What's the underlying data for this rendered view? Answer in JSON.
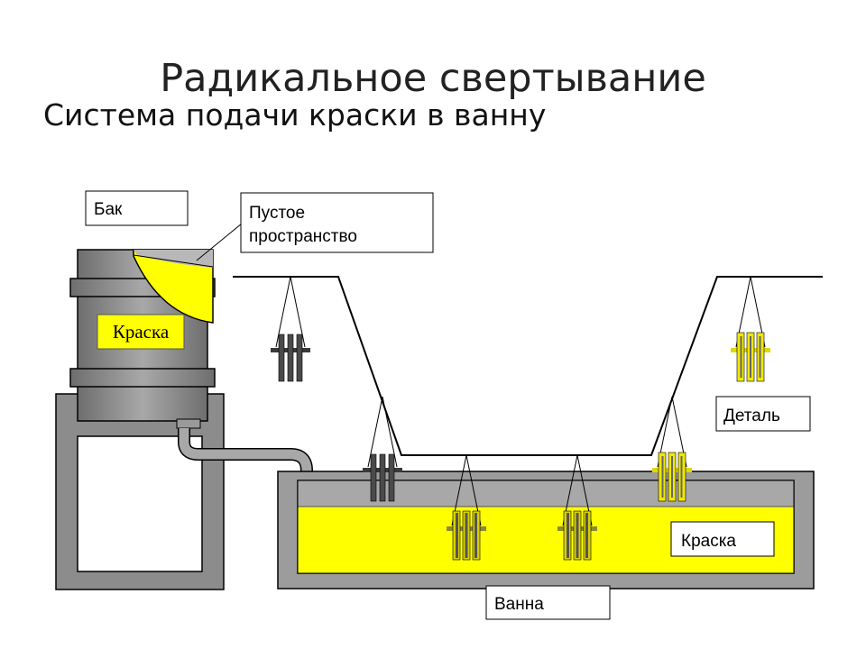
{
  "slide": {
    "title": "Радикальное свертывание",
    "subtitle": "Система подачи краски в ванну"
  },
  "labels": {
    "tank": "Бак",
    "empty_space_line1": "Пустое",
    "empty_space_line2": "пространство",
    "paint_in_tank": "Краска",
    "part": "Деталь",
    "paint_in_bath": "Краска",
    "bath": "Ванна"
  },
  "colors": {
    "paint": "#ffff00",
    "metal": "#808080",
    "bath_wall": "#a0a0a0",
    "part_uncoated": "#505050",
    "part_coated": "#e8e000"
  }
}
